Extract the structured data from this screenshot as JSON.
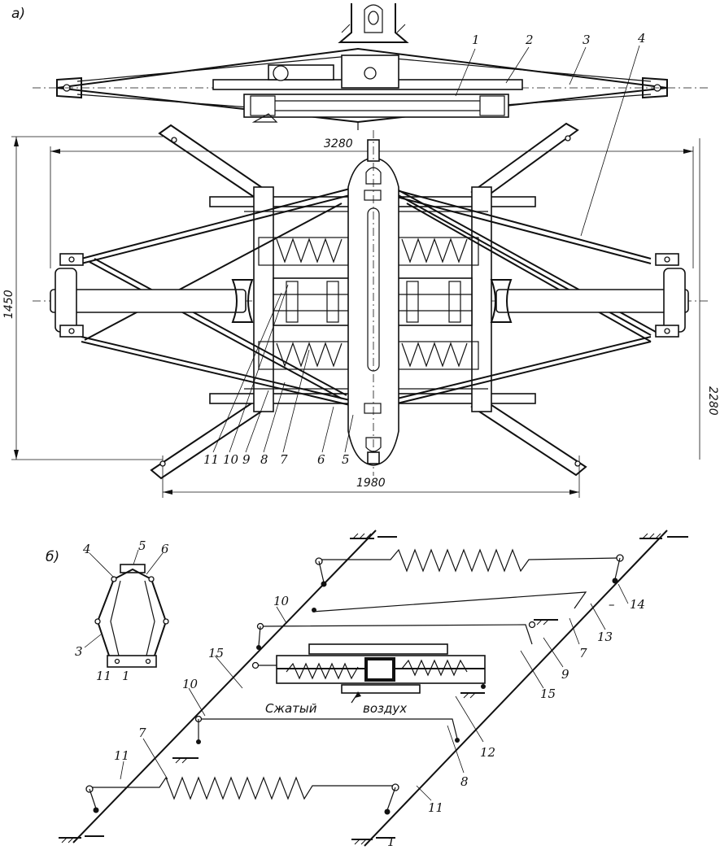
{
  "figure": {
    "part_a_label": "а)",
    "part_b_label": "б)",
    "dimensions": {
      "overall_length": "3280",
      "height_left": "1450",
      "width_bottom": "1980",
      "height_right": "2280"
    },
    "callouts_a": [
      "1",
      "2",
      "3",
      "4",
      "5",
      "6",
      "7",
      "8",
      "9",
      "10",
      "11"
    ],
    "callouts_b_small": [
      "1",
      "3",
      "4",
      "5",
      "6",
      "11"
    ],
    "callouts_b_main": [
      "1",
      "7",
      "7",
      "8",
      "9",
      "10",
      "10",
      "11",
      "11",
      "12",
      "13",
      "14",
      "15",
      "15"
    ],
    "air_label_left": "Сжатый",
    "air_label_right": "воздух",
    "minus_mark": "–"
  }
}
